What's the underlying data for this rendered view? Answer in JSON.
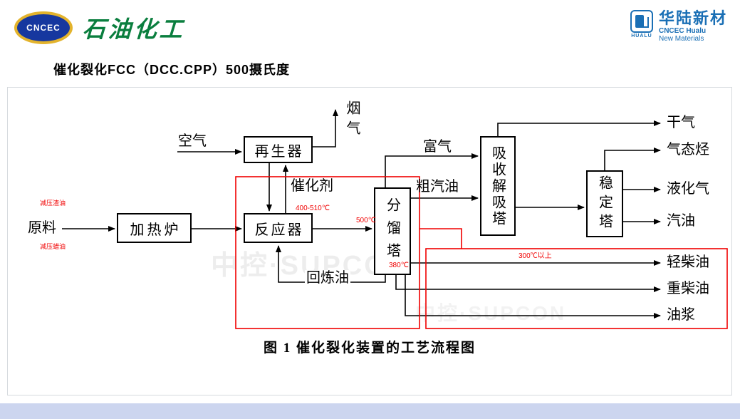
{
  "header": {
    "logo_left": {
      "emblem_text": "CNCEC",
      "brand_text": "石油化工"
    },
    "logo_right": {
      "icon_text": "HUALU",
      "brand_cn": "华陆新材",
      "line1": "CNCEC Hualu",
      "line2": "New Materials"
    },
    "title": "催化裂化FCC（DCC.CPP）500摄氏度"
  },
  "diagram": {
    "caption": "图 1  催化裂化装置的工艺流程图",
    "watermark": "中控·SUPCON",
    "boxes": {
      "furnace": "加热炉",
      "regenerator": "再生器",
      "reactor": "反应器",
      "fractionator": "分馏塔",
      "absorber": "吸收解吸塔",
      "stabilizer": "稳定塔"
    },
    "labels": {
      "feed": "原料",
      "air": "空气",
      "flue_gas": "烟气",
      "catalyst": "催化剂",
      "recycle_oil": "回炼油",
      "rich_gas": "富气",
      "crude_gasoline": "粗汽油",
      "dry_gas": "干气",
      "gaseous_hydrocarbon": "气态烃",
      "lpg": "液化气",
      "gasoline": "汽油",
      "light_diesel": "轻柴油",
      "heavy_diesel": "重柴油",
      "oil_slurry": "油浆"
    },
    "annotations": {
      "feed_top": "减压渣油",
      "feed_bottom": "减压蜡油",
      "reactor_temp": "400-510℃",
      "line_temp": "500℃",
      "fractionator_temp": "380℃",
      "diesel_temp": "300℃以上"
    },
    "colors": {
      "flow_line": "#000000",
      "annotation_red": "#ff0000",
      "box_border": "#000000",
      "brand_green": "#0a7e3e",
      "brand_blue": "#1a6fb5",
      "bottom_bar": "#ccd5ef"
    }
  }
}
